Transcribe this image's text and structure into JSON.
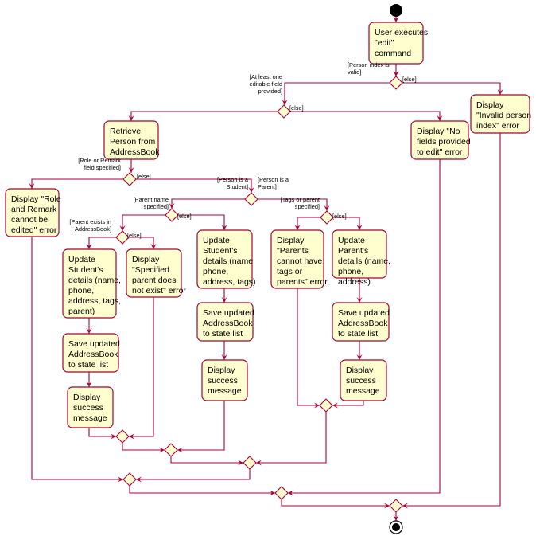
{
  "nodes": {
    "user_executes": [
      "User executes",
      "\"edit\"",
      "command"
    ],
    "invalid_index": [
      "Display",
      "\"Invalid person",
      "index\" error"
    ],
    "retrieve_person": [
      "Retrieve",
      "Person from",
      "AddressBook"
    ],
    "no_fields": [
      "Display \"No",
      "fields provided",
      "to edit\" error"
    ],
    "role_remark_error": [
      "Display \"Role",
      "and Remark",
      "cannot be",
      "edited\" error"
    ],
    "update_student_parent": [
      "Update",
      "Student's",
      "details (name,",
      "phone,",
      "address, tags,",
      "parent)"
    ],
    "parent_not_exist": [
      "Display",
      "\"Specified",
      "parent does",
      "not exist\" error"
    ],
    "update_student": [
      "Update",
      "Student's",
      "details (name,",
      "phone,",
      "address, tags)"
    ],
    "parents_no_tags": [
      "Display",
      "\"Parents",
      "cannot have",
      "tags or",
      "parents\" error"
    ],
    "update_parent": [
      "Update",
      "Parent's",
      "details (name,",
      "phone,",
      "address)"
    ],
    "save_1": [
      "Save updated",
      "AddressBook",
      "to state list"
    ],
    "save_2": [
      "Save updated",
      "AddressBook",
      "to state list"
    ],
    "save_3": [
      "Save updated",
      "AddressBook",
      "to state list"
    ],
    "success_1": [
      "Display",
      "success",
      "message"
    ],
    "success_2": [
      "Display",
      "success",
      "message"
    ],
    "success_3": [
      "Display",
      "success",
      "message"
    ]
  },
  "guards": {
    "index_valid": [
      "[Person index is",
      "valid]"
    ],
    "index_else": [
      "[else]"
    ],
    "field_provided": [
      "[At least one",
      "editable field",
      "provided]"
    ],
    "field_else": [
      "[else]"
    ],
    "role_remark": [
      "[Role or Remark",
      "field specified]"
    ],
    "role_else": [
      "[else]"
    ],
    "is_student": [
      "[Person is a",
      "Student]"
    ],
    "is_parent": [
      "[Person is a",
      "Parent]"
    ],
    "parent_name": [
      "[Parent name",
      "specified]"
    ],
    "parent_name_else": [
      "[else]"
    ],
    "parent_exists": [
      "[Parent exists in",
      "AddressBook]"
    ],
    "parent_exists_else": [
      "[else]"
    ],
    "tags_parent": [
      "[Tags or parent",
      "specified]"
    ],
    "tags_parent_else": [
      "[else]"
    ]
  },
  "colors": {
    "node_fill": "#FEFECE",
    "line": "#A80036",
    "text": "#000000"
  }
}
